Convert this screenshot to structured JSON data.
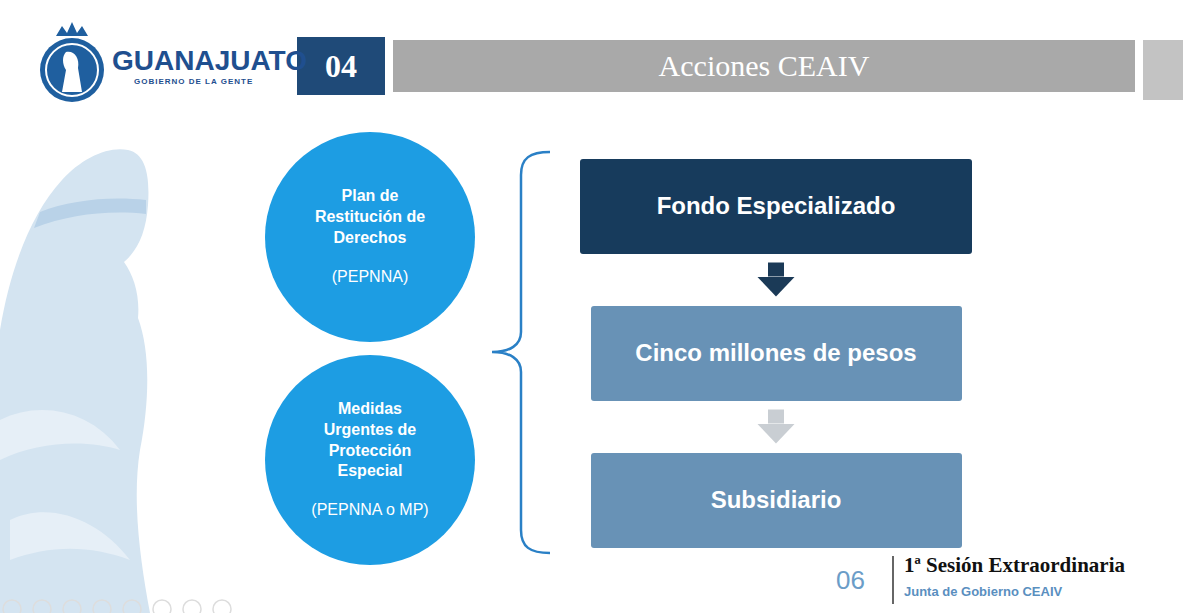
{
  "diagram": {
    "title": "Acciones CEAIV",
    "nodes": [
      {
        "text": [
          "Plan de Restitución de Derechos",
          "(PEPNNA)"
        ]
      },
      {
        "text": [
          "Medidas Urgentes de Protección Especial",
          "(PEPNNA o MP)"
        ]
      },
      {
        "text": [
          "Fondo Especializado"
        ]
      },
      {
        "text": [
          "Cinco millones de pesos"
        ]
      },
      {
        "text": [
          "Subsidiario"
        ]
      }
    ],
    "edges": [
      {
        "from": 2,
        "to": 3,
        "arrow": "to"
      },
      {
        "from": 3,
        "to": 4,
        "arrow": "to"
      }
    ],
    "labels": [
      "GUANAJUATO",
      "GOBIERNO DE LA GENTE",
      "04",
      "06",
      "1ª Sesión Extraordinaria",
      "Junta de Gobierno CEAIV"
    ]
  }
}
